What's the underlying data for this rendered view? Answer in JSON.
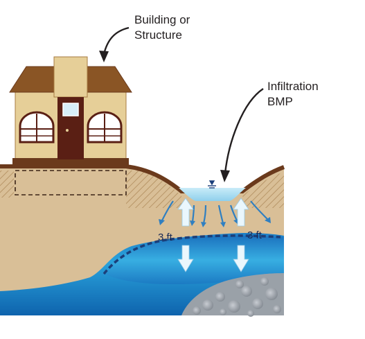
{
  "labels": {
    "building_line1": "Building or",
    "building_line2": "Structure",
    "bmp_line1": "Infiltration",
    "bmp_line2": "BMP",
    "separation_left": "3 ft",
    "separation_right": "3 ft"
  },
  "colors": {
    "soil": "#d9bf97",
    "soil_hatch": "#b89668",
    "topsoil": "#6b3a1c",
    "roof": "#8a5525",
    "wall": "#e6cf98",
    "door": "#5a1f14",
    "pond_water": "#aee0f3",
    "groundwater_light": "#2a9fd8",
    "groundwater_dark": "#0f6db7",
    "bedrock": "#9aa1a8",
    "arrow_light": "#d9f1fb",
    "arrow_blue": "#2f7fc1"
  },
  "icons": [
    "water-surface-symbol",
    "infiltration-arrow",
    "window-icon"
  ]
}
